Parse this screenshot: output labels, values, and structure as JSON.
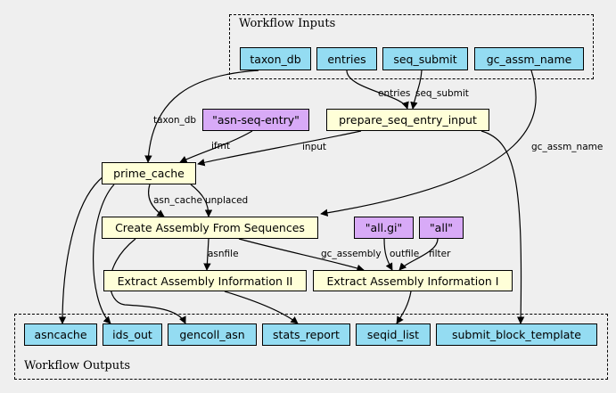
{
  "clusters": {
    "inputs": "Workflow Inputs",
    "outputs": "Workflow Outputs"
  },
  "nodes": {
    "taxon_db": "taxon_db",
    "entries": "entries",
    "seq_submit": "seq_submit",
    "gc_assm_name": "gc_assm_name",
    "asn_seq_entry": "\"asn-seq-entry\"",
    "prepare_seq_entry_input": "prepare_seq_entry_input",
    "prime_cache": "prime_cache",
    "create_assembly": "Create Assembly From Sequences",
    "all_gi": "\"all.gi\"",
    "all": "\"all\"",
    "extract_info_2": "Extract Assembly Information II",
    "extract_info_1": "Extract Assembly Information I",
    "asncache": "asncache",
    "ids_out": "ids_out",
    "gencoll_asn": "gencoll_asn",
    "stats_report": "stats_report",
    "seqid_list": "seqid_list",
    "submit_block_template": "submit_block_template"
  },
  "edge_labels": {
    "entries": "entries",
    "seq_submit": "seq_submit",
    "taxon_db": "taxon_db",
    "ifmt": "ifmt",
    "input": "input",
    "gc_assm_name": "gc_assm_name",
    "asn_cache": "asn_cache",
    "unplaced": "unplaced",
    "asnfile": "asnfile",
    "gc_assembly": "gc_assembly",
    "outfile": "outfile",
    "filter": "filter"
  },
  "colors": {
    "io": "#94dcf2",
    "step": "#ffffd8",
    "constant": "#d8aaf7"
  }
}
